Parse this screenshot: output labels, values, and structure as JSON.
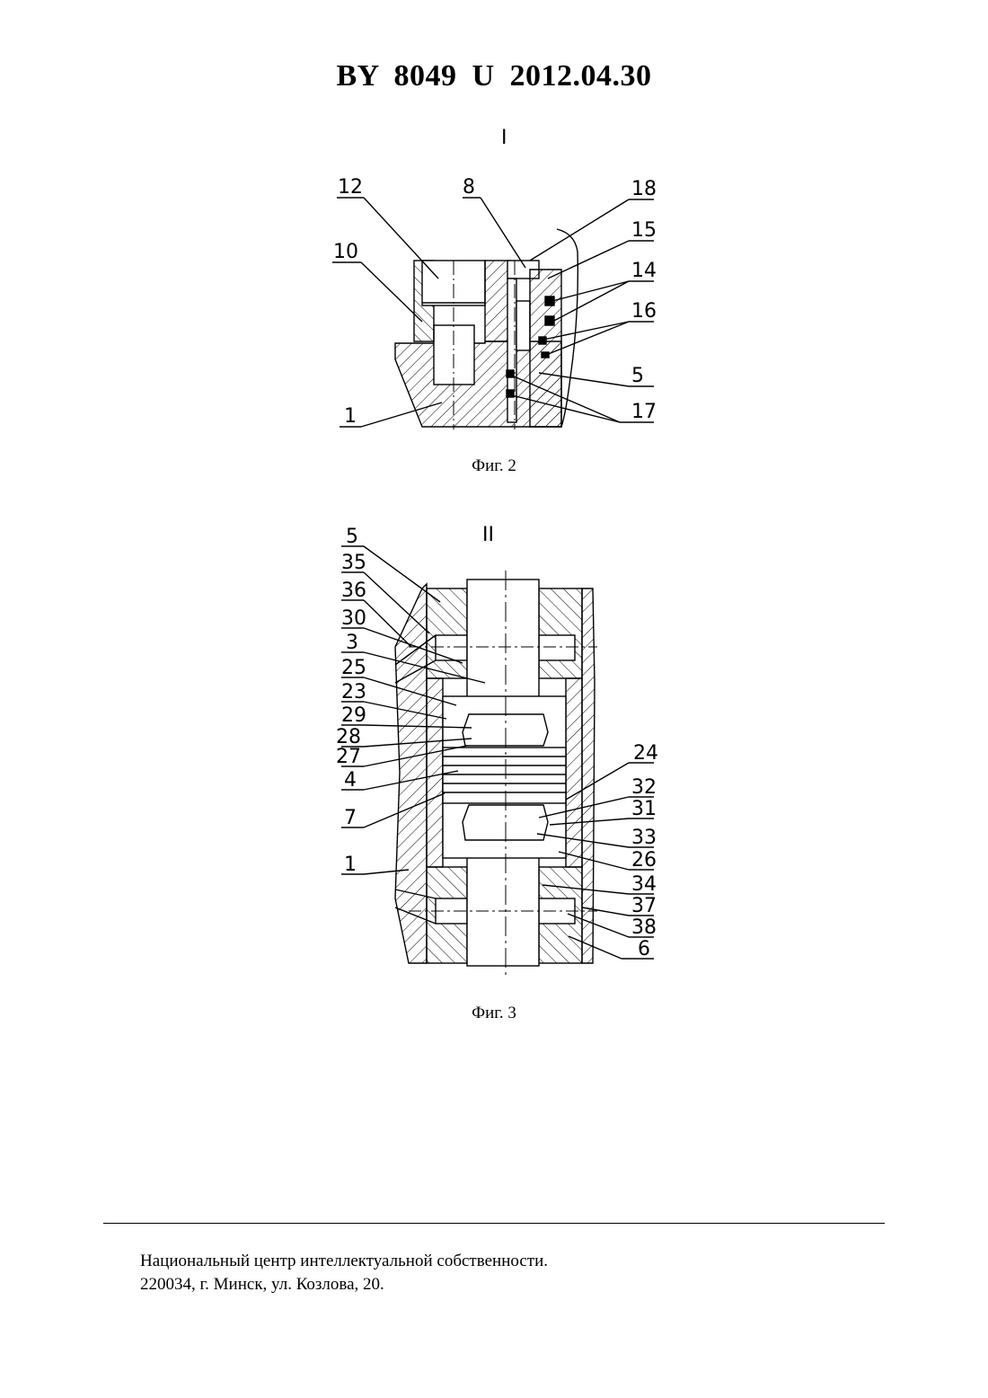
{
  "header": {
    "doc_id": "BY  8049  U  2012.04.30"
  },
  "fig2": {
    "section_mark": "I",
    "caption": "Фиг. 2",
    "labels": {
      "l12": "12",
      "l8": "8",
      "l18": "18",
      "l15": "15",
      "l10": "10",
      "l14": "14",
      "l16": "16",
      "l5": "5",
      "l1": "1",
      "l17": "17"
    }
  },
  "fig3": {
    "section_mark": "II",
    "caption": "Фиг. 3",
    "labels": {
      "l5": "5",
      "l35": "35",
      "l36": "36",
      "l30": "30",
      "l3": "3",
      "l25": "25",
      "l23": "23",
      "l29": "29",
      "l28": "28",
      "l27": "27",
      "l4": "4",
      "l7": "7",
      "l1": "1",
      "l24": "24",
      "l32": "32",
      "l31": "31",
      "l33": "33",
      "l26": "26",
      "l34": "34",
      "l37": "37",
      "l38": "38",
      "l6": "6"
    }
  },
  "footer": {
    "line1": "Национальный центр интеллектуальной собственности.",
    "line2": "220034, г. Минск, ул. Козлова, 20."
  }
}
